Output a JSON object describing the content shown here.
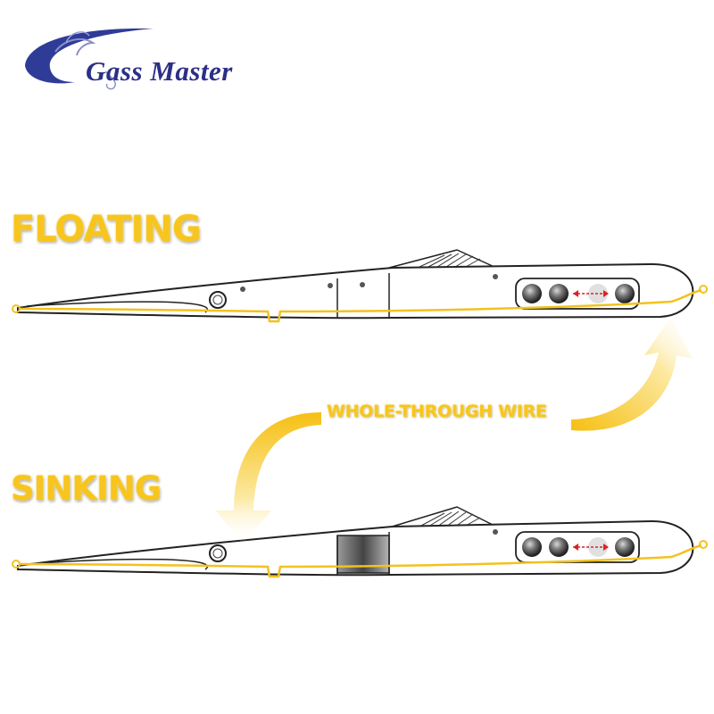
{
  "brand": {
    "name": "Gass Master",
    "colors": {
      "primary": "#2c2f86",
      "accent": "#f7c51e"
    }
  },
  "labels": {
    "floating": "FLOATING",
    "sinking": "SINKING",
    "wire": "WHOLE-THROUGH WIRE"
  }
}
